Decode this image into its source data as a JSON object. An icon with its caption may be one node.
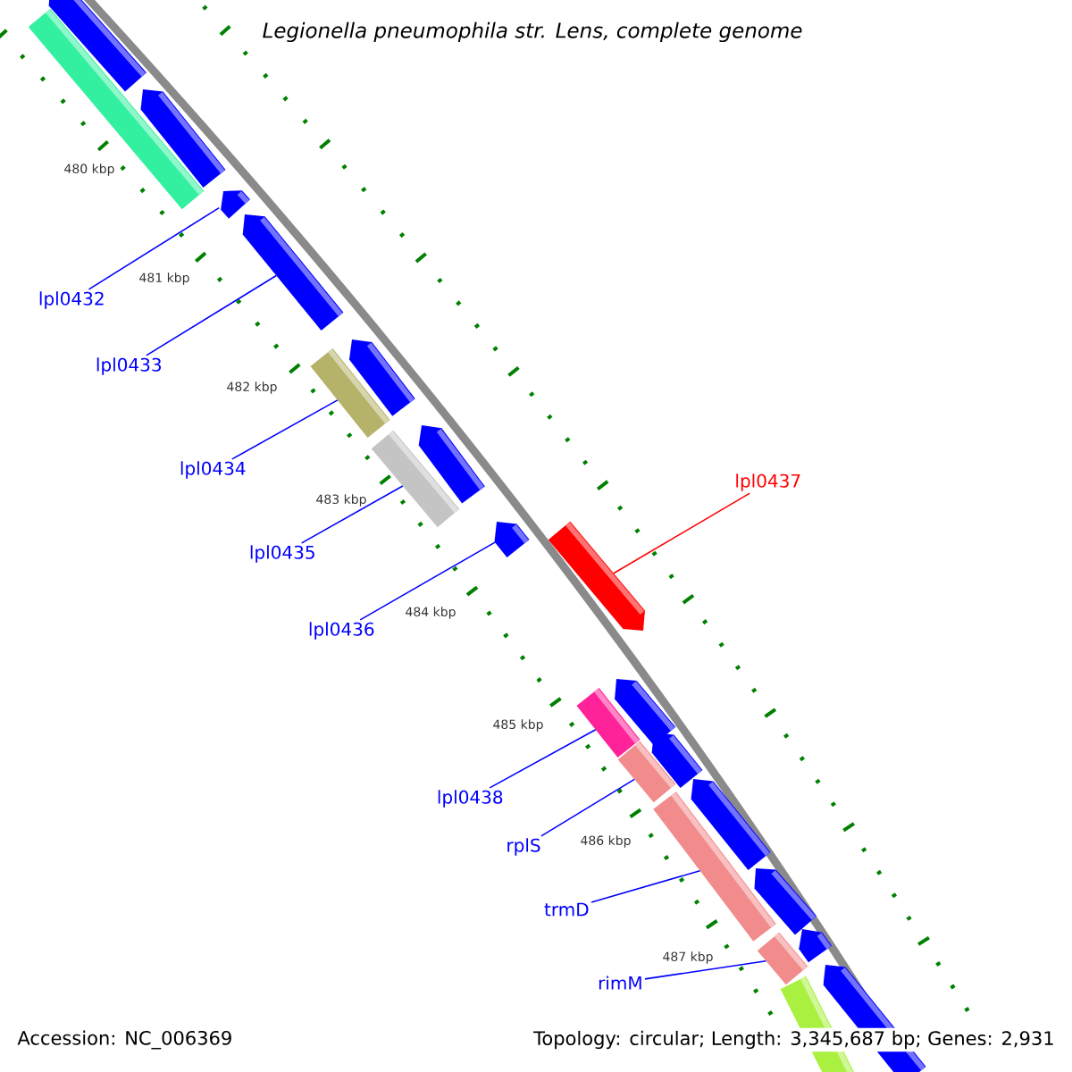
{
  "diagram": {
    "title": "Legionella pneumophila str. Lens, complete genome",
    "nodes": [
      {
        "text": [],
        "shape": "pentagon"
      },
      {
        "text": [],
        "shape": "bar"
      },
      {
        "text": [],
        "shape": "pentagon"
      },
      {
        "text": [],
        "shape": "pentagon"
      },
      {
        "text": [],
        "shape": "pentagon"
      },
      {
        "text": [],
        "shape": "pentagon"
      },
      {
        "text": [],
        "shape": "bar"
      },
      {
        "text": [],
        "shape": "pentagon"
      },
      {
        "text": [],
        "shape": "bar"
      },
      {
        "text": [],
        "shape": "pentagon"
      },
      {
        "text": [],
        "shape": "pentagon"
      },
      {
        "text": [],
        "shape": "pentagon"
      },
      {
        "text": [],
        "shape": "bar"
      },
      {
        "text": [],
        "shape": "pentagon"
      },
      {
        "text": [],
        "shape": "bar"
      },
      {
        "text": [],
        "shape": "pentagon"
      },
      {
        "text": [],
        "shape": "bar"
      },
      {
        "text": [],
        "shape": "pentagon"
      },
      {
        "text": [],
        "shape": "bar"
      },
      {
        "text": [],
        "shape": "pentagon"
      },
      {
        "text": [],
        "shape": "bar"
      },
      {
        "text": [],
        "shape": "pentagon"
      },
      {
        "text": [
          "lpl0432"
        ]
      },
      {
        "text": [
          "lpl0433"
        ]
      },
      {
        "text": [
          "lpl0434"
        ]
      },
      {
        "text": [
          "lpl0435"
        ]
      },
      {
        "text": [
          "lpl0436"
        ]
      },
      {
        "text": [
          "lpl0437"
        ]
      },
      {
        "text": [
          "lpl0438"
        ]
      },
      {
        "text": [
          "rplS"
        ]
      },
      {
        "text": [
          "trmD"
        ]
      },
      {
        "text": [
          "rimM"
        ]
      }
    ],
    "edges": [
      {
        "from": 22,
        "to": 3,
        "arrow": "none"
      },
      {
        "from": 23,
        "to": 4,
        "arrow": "none"
      },
      {
        "from": 24,
        "to": 6,
        "arrow": "none"
      },
      {
        "from": 25,
        "to": 8,
        "arrow": "none"
      },
      {
        "from": 26,
        "to": 9,
        "arrow": "none"
      },
      {
        "from": 27,
        "to": 10,
        "arrow": "none",
        "color": "#ff0000"
      },
      {
        "from": 28,
        "to": 12,
        "arrow": "none"
      },
      {
        "from": 29,
        "to": 14,
        "arrow": "none"
      },
      {
        "from": 30,
        "to": 16,
        "arrow": "none"
      },
      {
        "from": 31,
        "to": 18,
        "arrow": "none"
      }
    ],
    "labels": [
      "480 kbp",
      "481 kbp",
      "482 kbp",
      "483 kbp",
      "484 kbp",
      "485 kbp",
      "486 kbp",
      "487 kbp",
      "Accession: NC_006369",
      "Topology: circular; Length: 3,345,687 bp; Genes: 2,931"
    ]
  }
}
